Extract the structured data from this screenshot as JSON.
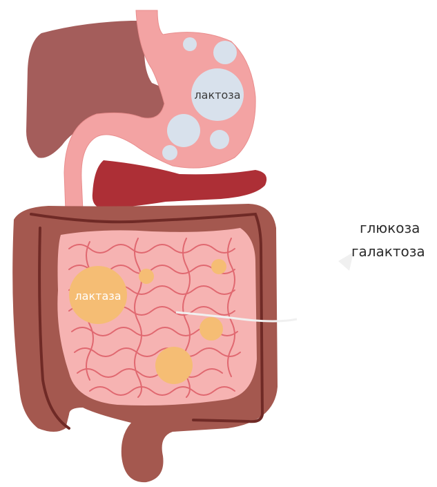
{
  "labels": {
    "stomach_sugar": "лактоза",
    "intestine_enzyme": "лактаза",
    "product_1": "глюкоза",
    "product_2": "галактоза"
  },
  "colors": {
    "liver": "#a45d5b",
    "stomach": "#f3a3a3",
    "stomach_outline": "#e98d8d",
    "bubbles": "#d8e1ec",
    "pancreas": "#ad2f36",
    "colon": "#a4584f",
    "colon_dark": "#6f2a26",
    "small_intestine": "#f6b3b2",
    "intestine_lines": "#e06870",
    "enzyme": "#f5bd74",
    "arrow": "#f0f0f0"
  }
}
